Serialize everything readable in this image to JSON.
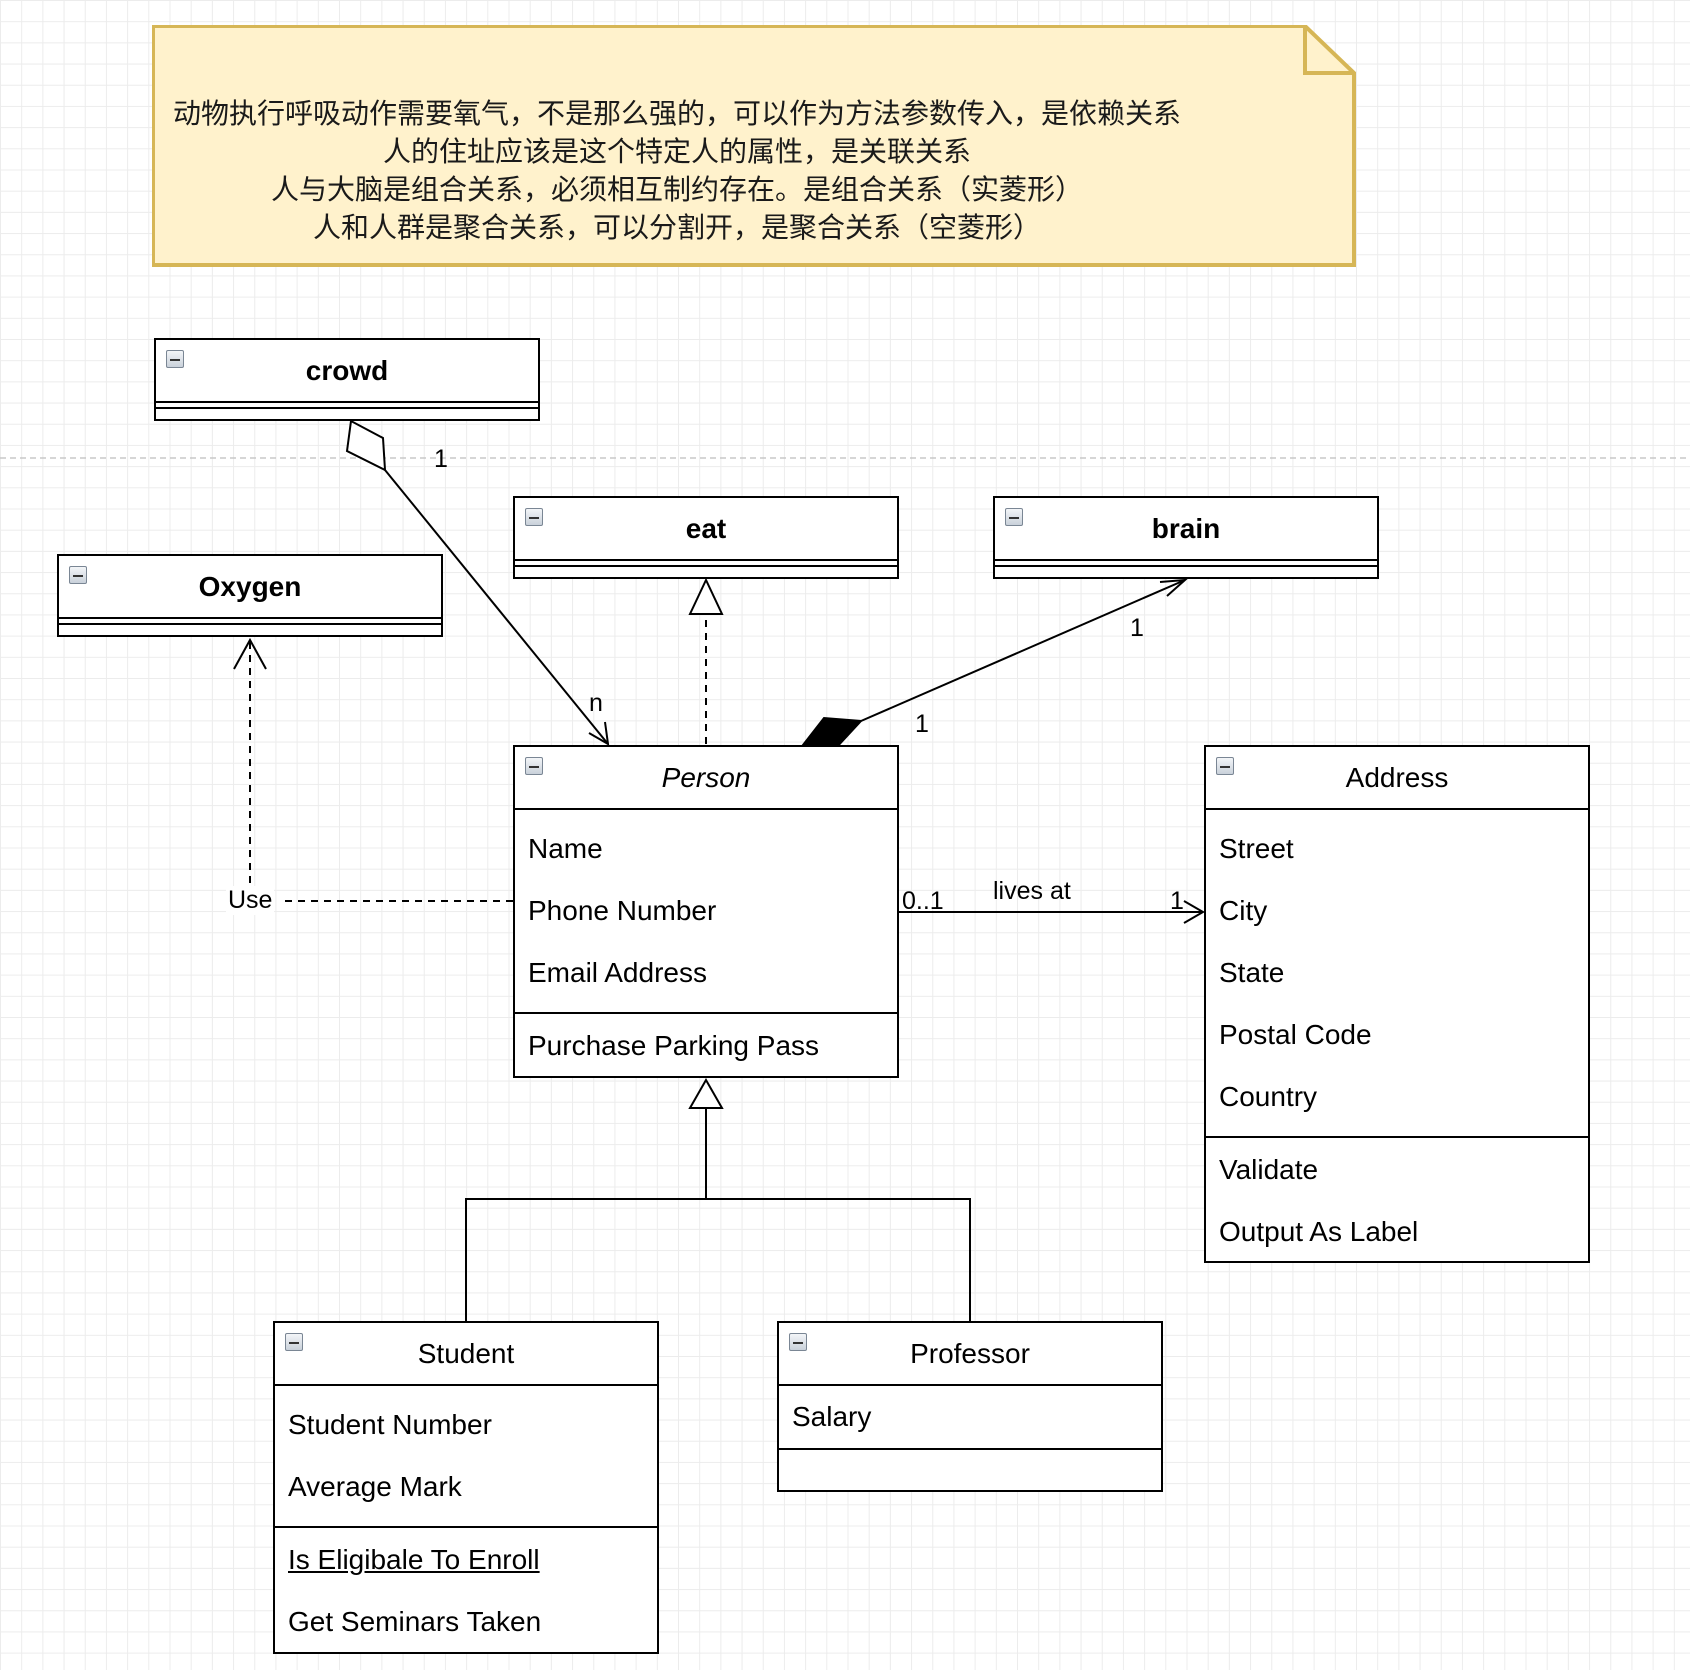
{
  "note": {
    "lines": [
      "动物执行呼吸动作需要氧气，不是那么强的，可以作为方法参数传入，是依赖关系",
      "人的住址应该是这个特定人的属性，是关联关系",
      "人与大脑是组合关系，必须相互制约存在。是组合关系（实菱形）",
      "人和人群是聚合关系，可以分割开，是聚合关系（空菱形）"
    ]
  },
  "classes": {
    "crowd": {
      "name": "crowd"
    },
    "eat": {
      "name": "eat"
    },
    "brain": {
      "name": "brain"
    },
    "oxygen": {
      "name": "Oxygen"
    },
    "person": {
      "name": "Person",
      "attributes": [
        "Name",
        "Phone Number",
        "Email Address"
      ],
      "operations": [
        "Purchase Parking Pass"
      ]
    },
    "address": {
      "name": "Address",
      "attributes": [
        "Street",
        "City",
        "State",
        "Postal Code",
        "Country"
      ],
      "operations": [
        "Validate",
        "Output As Label"
      ]
    },
    "student": {
      "name": "Student",
      "attributes": [
        "Student Number",
        "Average Mark"
      ],
      "operations": [
        "Is Eligibale To Enroll",
        "Get Seminars Taken"
      ]
    },
    "professor": {
      "name": "Professor",
      "attributes": [
        "Salary"
      ]
    }
  },
  "relations": {
    "crowd_person": {
      "source_mult": "1",
      "target_mult": "n"
    },
    "brain_person": {
      "source_mult": "1",
      "target_mult": "1"
    },
    "person_address": {
      "label": "lives at",
      "source_mult": "0..1",
      "target_mult": "1"
    },
    "person_oxygen": {
      "label": "Use"
    }
  }
}
